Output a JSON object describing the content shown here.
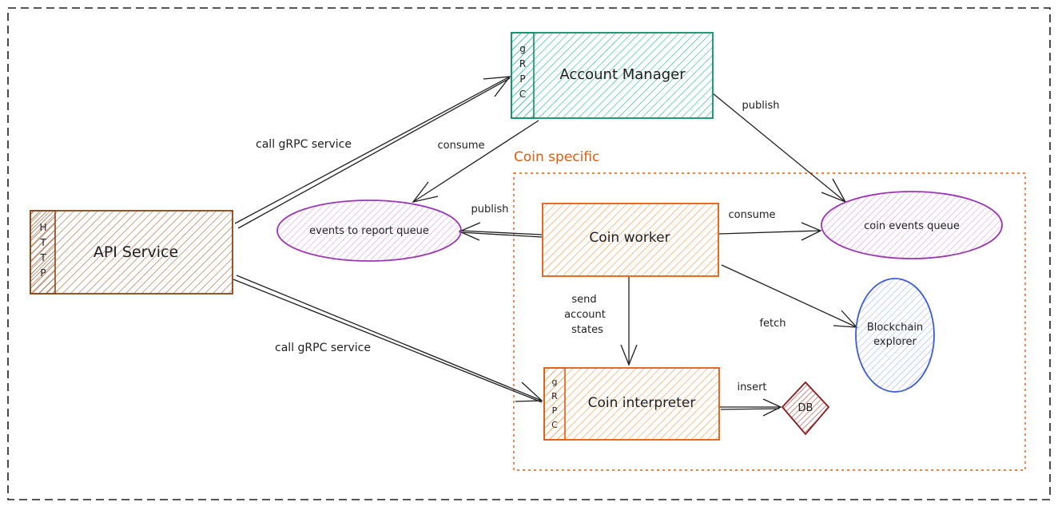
{
  "diagram": {
    "region_label": "Coin specific",
    "nodes": {
      "api_service": {
        "title": "API Service",
        "protocol": [
          "H",
          "T",
          "T",
          "P"
        ]
      },
      "account_manager": {
        "title": "Account Manager",
        "protocol": [
          "g",
          "R",
          "P",
          "C"
        ]
      },
      "coin_worker": {
        "title": "Coin worker"
      },
      "coin_interpreter": {
        "title": "Coin interpreter",
        "protocol": [
          "g",
          "R",
          "P",
          "C"
        ]
      },
      "events_to_report_queue": {
        "title": "events to report queue"
      },
      "coin_events_queue": {
        "title": "coin events queue"
      },
      "blockchain_explorer": {
        "line1": "Blockchain",
        "line2": "explorer"
      },
      "db": {
        "title": "DB"
      }
    },
    "edges": {
      "api_to_account_manager": "call gRPC service",
      "api_to_coin_interpreter": "call gRPC service",
      "account_manager_consume": "consume",
      "account_manager_publish": "publish",
      "worker_publish": "publish",
      "worker_consume": "consume",
      "worker_fetch": "fetch",
      "worker_send_line1": "send",
      "worker_send_line2": "account",
      "worker_send_line3": "states",
      "interpreter_insert": "insert"
    },
    "colors": {
      "api_service": "#8b4513",
      "account_manager": "#099268",
      "coin_worker": "#e8590c",
      "queue": "#9c36b5",
      "blockchain_explorer": "#3b5bdb",
      "db": "#8b1a1a",
      "region": "#e8590c"
    }
  }
}
